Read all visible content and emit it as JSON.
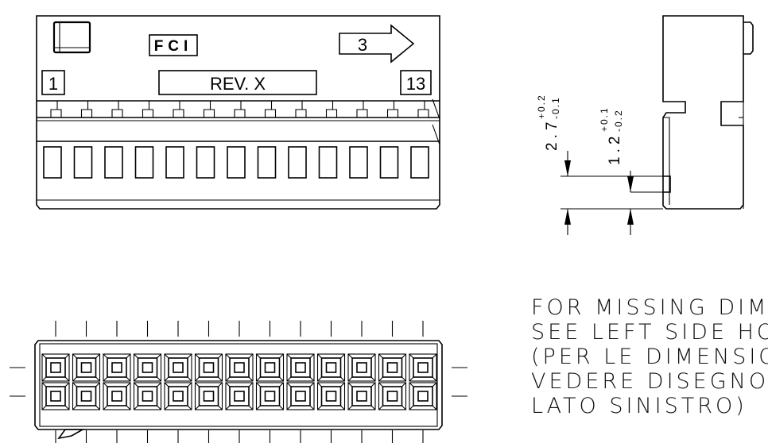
{
  "front_view": {
    "logo": "FCI",
    "arrow_number": "3",
    "pin_first": "1",
    "revision": "REV. X",
    "pin_last": "13",
    "pin_count": 13
  },
  "side_view": {
    "dim_height": {
      "nominal": "2.7",
      "tol_plus": "+0.2",
      "tol_minus": "-0.1"
    },
    "dim_latch": {
      "nominal": "1.2",
      "tol_plus": "+0.1",
      "tol_minus": "-0.2"
    }
  },
  "bottom_view": {
    "columns": 13,
    "rows": 2
  },
  "note": {
    "lines": [
      "FOR MISSING DIMENSI",
      "SEE LEFT SIDE HOUSI",
      "(PER LE DIMENSIONI",
      "VEDERE DISEGNO BLOC",
      "LATO SINISTRO)"
    ]
  }
}
